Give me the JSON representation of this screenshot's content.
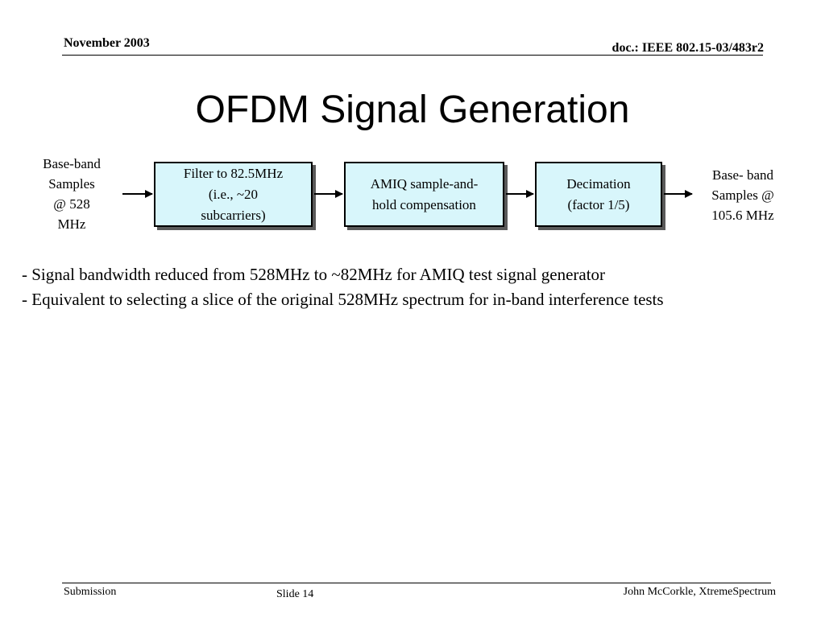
{
  "header": {
    "date": "November 2003",
    "doc_id": "doc.: IEEE 802.15-03/483r2"
  },
  "slide": {
    "title": "OFDM Signal Generation"
  },
  "diagram": {
    "input_label": [
      "Base-band",
      "Samples",
      "@ 528",
      "MHz"
    ],
    "output_label": [
      "Base- band",
      "Samples @",
      "105.6 MHz"
    ],
    "blocks": [
      {
        "lines": [
          "Filter to 82.5MHz",
          "(i.e., ~20",
          "subcarriers)"
        ]
      },
      {
        "lines": [
          "AMIQ sample-and-",
          "hold compensation"
        ]
      },
      {
        "lines": [
          "Decimation",
          "(factor 1/5)"
        ]
      }
    ],
    "colors": {
      "block_fill": "#d8f6fb",
      "block_border": "#000000",
      "block_shadow": "#5a5a5a"
    }
  },
  "bullets": [
    "- Signal bandwidth reduced from 528MHz to ~82MHz for AMIQ test signal generator",
    "- Equivalent to selecting a slice of the original 528MHz spectrum for in-band interference tests"
  ],
  "footer": {
    "left": "Submission",
    "center": "Slide 14",
    "right": "John McCorkle, XtremeSpectrum"
  }
}
